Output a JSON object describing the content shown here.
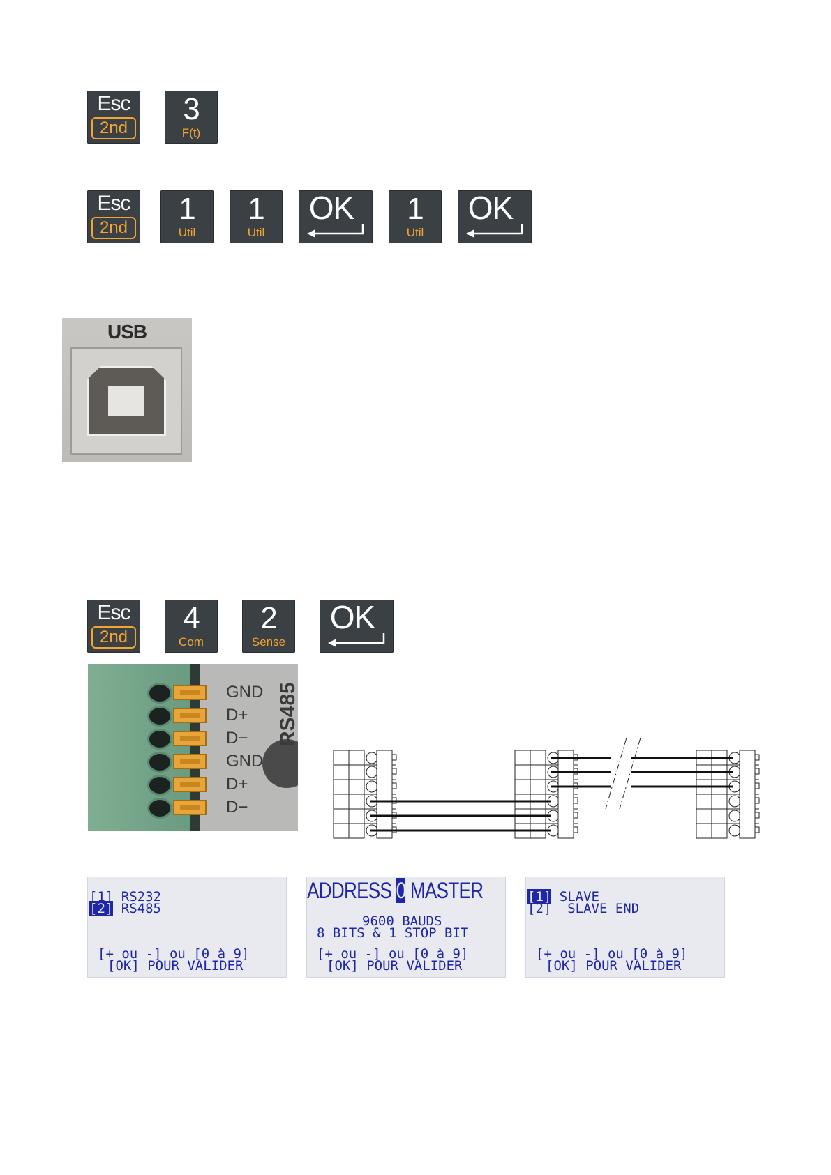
{
  "row1_keys": [
    {
      "type": "esc",
      "top": "Esc",
      "bottom": "2nd"
    },
    {
      "type": "num",
      "main": "3",
      "sub": "F(t)"
    }
  ],
  "row2_keys": [
    {
      "type": "esc",
      "top": "Esc",
      "bottom": "2nd"
    },
    {
      "type": "num",
      "main": "1",
      "sub": "Util"
    },
    {
      "type": "num",
      "main": "1",
      "sub": "Util"
    },
    {
      "type": "ok",
      "main": "OK"
    },
    {
      "type": "num",
      "main": "1",
      "sub": "Util"
    },
    {
      "type": "ok",
      "main": "OK"
    }
  ],
  "usb": {
    "label": "USB"
  },
  "row3_keys": [
    {
      "type": "esc",
      "top": "Esc",
      "bottom": "2nd"
    },
    {
      "type": "num",
      "main": "4",
      "sub": "Com"
    },
    {
      "type": "num",
      "main": "2",
      "sub": "Sense"
    },
    {
      "type": "ok",
      "main": "OK"
    }
  ],
  "rs485": {
    "title": "RS485",
    "signals": [
      "GND",
      "D+",
      "D−",
      "GND",
      "D+",
      "D−"
    ]
  },
  "screens": [
    {
      "lines": [
        {
          "pre": "[1] RS232",
          "hl": "",
          "post": ""
        },
        {
          "pre": "",
          "hl": "[2]",
          "post": " RS485"
        }
      ],
      "footer": [
        "[+ ou -] ou [0 à 9]",
        "[OK] POUR VALIDER"
      ]
    },
    {
      "header": {
        "left": "ADDRESS",
        "value": "0",
        "right": "MASTER"
      },
      "lines": [
        {
          "pre": "9600 BAUDS",
          "hl": "",
          "post": ""
        },
        {
          "pre": "8 BITS & 1 STOP BIT",
          "hl": "",
          "post": ""
        }
      ],
      "footer": [
        "[+ ou -] ou [0 à 9]",
        "[OK] POUR VALIDER"
      ]
    },
    {
      "lines": [
        {
          "pre": "",
          "hl": "[1]",
          "post": " SLAVE"
        },
        {
          "pre": "[2]  SLAVE END",
          "hl": "",
          "post": ""
        }
      ],
      "footer": [
        "[+ ou -] ou [0 à 9]",
        "[OK] POUR VALIDER"
      ]
    }
  ]
}
